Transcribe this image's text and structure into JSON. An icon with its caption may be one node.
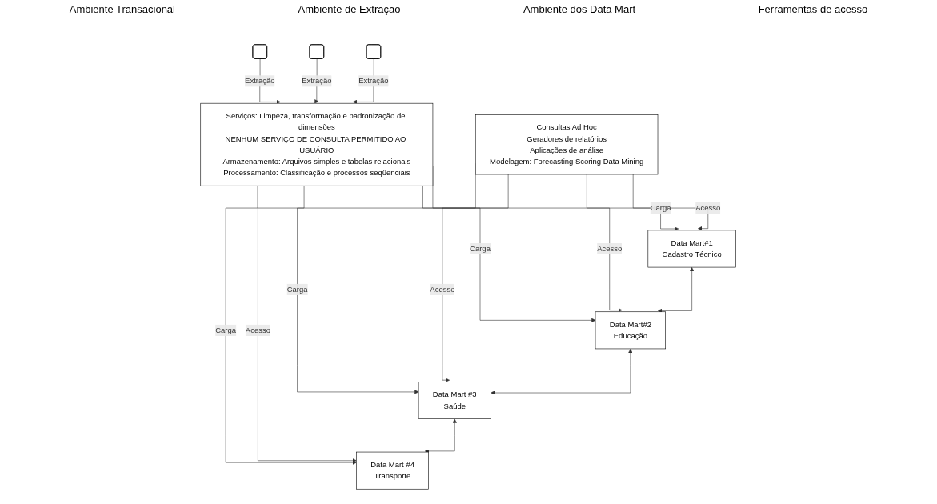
{
  "diagram": {
    "nodes": [
      {
        "text": [],
        "shape": "box"
      },
      {
        "text": [],
        "shape": "box"
      },
      {
        "text": [],
        "shape": "box"
      },
      {
        "text": [
          "Serviços: Limpeza, transformação e padronização de dimensões",
          "NENHUM SERVIÇO DE CONSULTA PERMITIDO AO USUÁRIO",
          "Armazenamento: Arquivos simples e tabelas relacionais",
          "Processamento: Classificação e processos seqüenciais"
        ]
      },
      {
        "text": [
          "Data Mart#1",
          "Cadastro Técnico"
        ]
      },
      {
        "text": [
          "Data Mart#2",
          "Educação"
        ]
      },
      {
        "text": [
          "Data Mart #3",
          "Saúde"
        ]
      },
      {
        "text": [
          "Data Mart #4",
          "Transporte"
        ]
      },
      {
        "text": [
          "Consultas Ad Hoc",
          "Geradores de relatórios",
          "Aplicações de análise",
          "Modelagem: Forecasting Scoring Data Mining"
        ]
      }
    ],
    "edges": [
      {
        "from": 0,
        "to": 3,
        "arrow": "to",
        "label": "Extração"
      },
      {
        "from": 1,
        "to": 3,
        "arrow": "to",
        "label": "Extração"
      },
      {
        "from": 2,
        "to": 3,
        "arrow": "to",
        "label": "Extração"
      },
      {
        "from": 3,
        "to": 4,
        "arrow": "to",
        "label": "Carga"
      },
      {
        "from": 3,
        "to": 5,
        "arrow": "to",
        "label": "Carga"
      },
      {
        "from": 3,
        "to": 6,
        "arrow": "to",
        "label": "Carga"
      },
      {
        "from": 3,
        "to": 7,
        "arrow": "to",
        "label": "Carga"
      },
      {
        "from": 8,
        "to": 4,
        "arrow": "to",
        "label": "Acesso"
      },
      {
        "from": 8,
        "to": 5,
        "arrow": "to",
        "label": "Acesso"
      },
      {
        "from": 8,
        "to": 6,
        "arrow": "to",
        "label": "Acesso"
      },
      {
        "from": 8,
        "to": 7,
        "arrow": "to",
        "label": "Acesso"
      },
      {
        "from": 4,
        "to": 5,
        "arrow": "both"
      },
      {
        "from": 5,
        "to": 6,
        "arrow": "both"
      },
      {
        "from": 6,
        "to": 7,
        "arrow": "both"
      }
    ],
    "labels": [
      "Ambiente Transacional",
      "Ambiente de Extração",
      "Ambiente dos Data Mart",
      "Ferramentas de acesso"
    ]
  }
}
